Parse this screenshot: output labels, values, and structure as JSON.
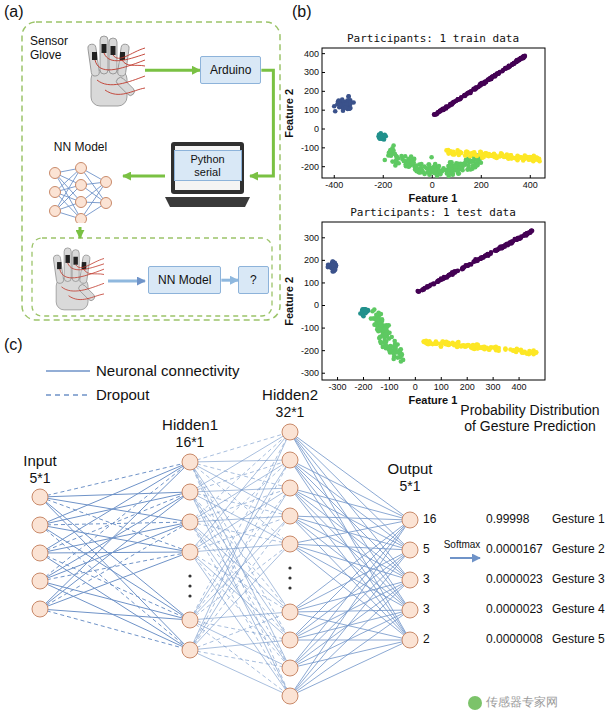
{
  "diagram": {
    "nodes": [
      {
        "text": [
          "Sensor Glove"
        ]
      },
      {
        "text": [
          "Arduino"
        ]
      },
      {
        "text": [
          "Python serial"
        ]
      },
      {
        "text": [
          "NN Model"
        ]
      },
      {
        "text": [
          "NN Model"
        ]
      },
      {
        "text": [
          "?"
        ]
      }
    ],
    "edges": [
      {
        "from": 0,
        "to": 1,
        "arrow": "to"
      },
      {
        "from": 1,
        "to": 2,
        "arrow": "to"
      },
      {
        "from": 2,
        "to": 3,
        "arrow": "to"
      },
      {
        "from": 4,
        "to": 5,
        "arrow": "to"
      }
    ],
    "labels": [
      "(a)",
      "(b)",
      "Participants: 1 train data",
      "Feature 2",
      "400",
      "300",
      "200",
      "100",
      "0",
      "-100",
      "-200",
      "-400",
      "-200",
      "0",
      "200",
      "400",
      "Feature 1",
      "Participants: 1 test data",
      "Feature 2",
      "300",
      "200",
      "100",
      "0",
      "-100",
      "-200",
      "-300",
      "-300",
      "-200",
      "-100",
      "0",
      "100",
      "200",
      "300",
      "400",
      "Feature 1",
      "(c)",
      "Hidden2",
      "32*1",
      "Hidden1",
      "16*1",
      "Input",
      "5*1",
      "Output",
      "5*1",
      "Probability Distribution of Gesture Prediction",
      "Softmax",
      "16",
      "5",
      "3",
      "3",
      "2",
      "0.99998",
      "Gesture 1",
      "0.0000167",
      "Gesture 2",
      "0.0000023",
      "Gesture 3",
      "0.0000023",
      "Gesture 4",
      "0.0000008",
      "Gesture 5",
      "传感器专家网"
    ],
    "legend": [
      {
        "text": "Neuronal connectivity"
      },
      {
        "text": "Dropout"
      }
    ]
  }
}
